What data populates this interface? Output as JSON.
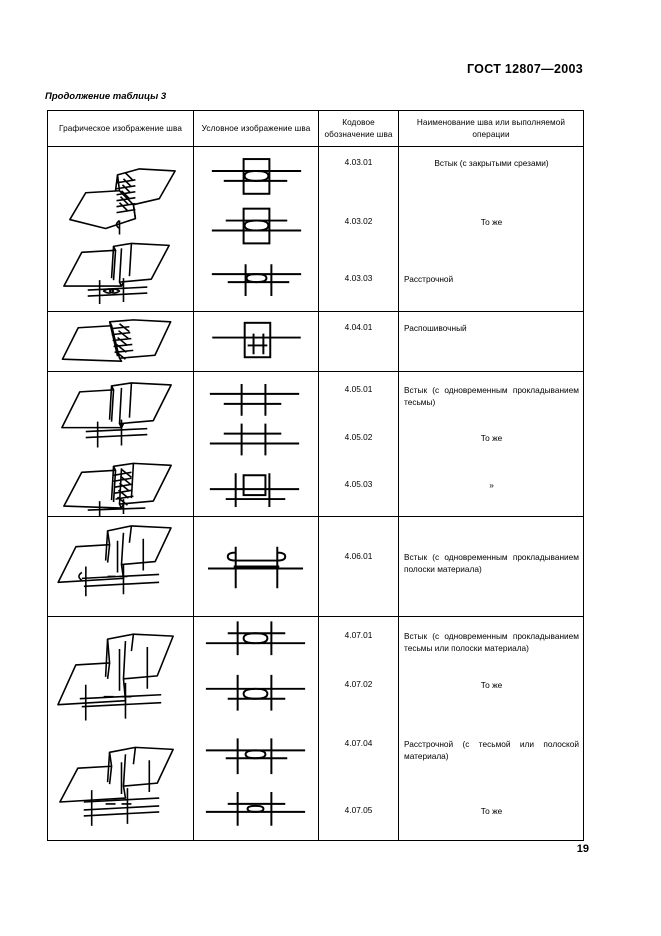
{
  "document": {
    "standard_header": "ГОСТ 12807—2003",
    "table_caption": "Продолжение таблицы 3",
    "page_number": "19"
  },
  "table": {
    "headers": [
      "Графическое изображение шва",
      "Условное изображение шва",
      "Кодовое обозначение шва",
      "Наименование шва или выполняемой операции"
    ],
    "header_code_line1": "Кодовое",
    "header_code_line2": "обозначение шва",
    "header_name_line1": "Наименование шва или выполняемой",
    "header_name_line2": "операции",
    "groups": [
      {
        "group_id": "group-4-03",
        "rows": [
          {
            "code": "4.03.01",
            "name": "Встык (с закрытыми срезами)",
            "align": "center"
          },
          {
            "code": "4.03.02",
            "name": "То же",
            "align": "center"
          },
          {
            "code": "4.03.03",
            "name": "Расстрочной",
            "align": "left"
          }
        ]
      },
      {
        "group_id": "group-4-04",
        "rows": [
          {
            "code": "4.04.01",
            "name": "Распошивочный",
            "align": "left"
          }
        ]
      },
      {
        "group_id": "group-4-05",
        "rows": [
          {
            "code": "4.05.01",
            "name": "Встык (с одновременным прокладыванием тесьмы)",
            "align": "just"
          },
          {
            "code": "4.05.02",
            "name": "То же",
            "align": "center"
          },
          {
            "code": "4.05.03",
            "name": "»",
            "align": "center"
          }
        ]
      },
      {
        "group_id": "group-4-06",
        "rows": [
          {
            "code": "4.06.01",
            "name": "Встык (с одновременным прокладыванием полоски материала)",
            "align": "just"
          }
        ]
      },
      {
        "group_id": "group-4-07",
        "rows": [
          {
            "code": "4.07.01",
            "name": "Встык (с одновременным прокладыванием тесьмы или полоски материала)",
            "align": "just"
          },
          {
            "code": "4.07.02",
            "name": "То же",
            "align": "center"
          },
          {
            "code": "4.07.04",
            "name": "Расстрочной (с тесьмой или полоской материала)",
            "align": "just"
          },
          {
            "code": "4.07.05",
            "name": "То же",
            "align": "center"
          }
        ]
      }
    ]
  }
}
